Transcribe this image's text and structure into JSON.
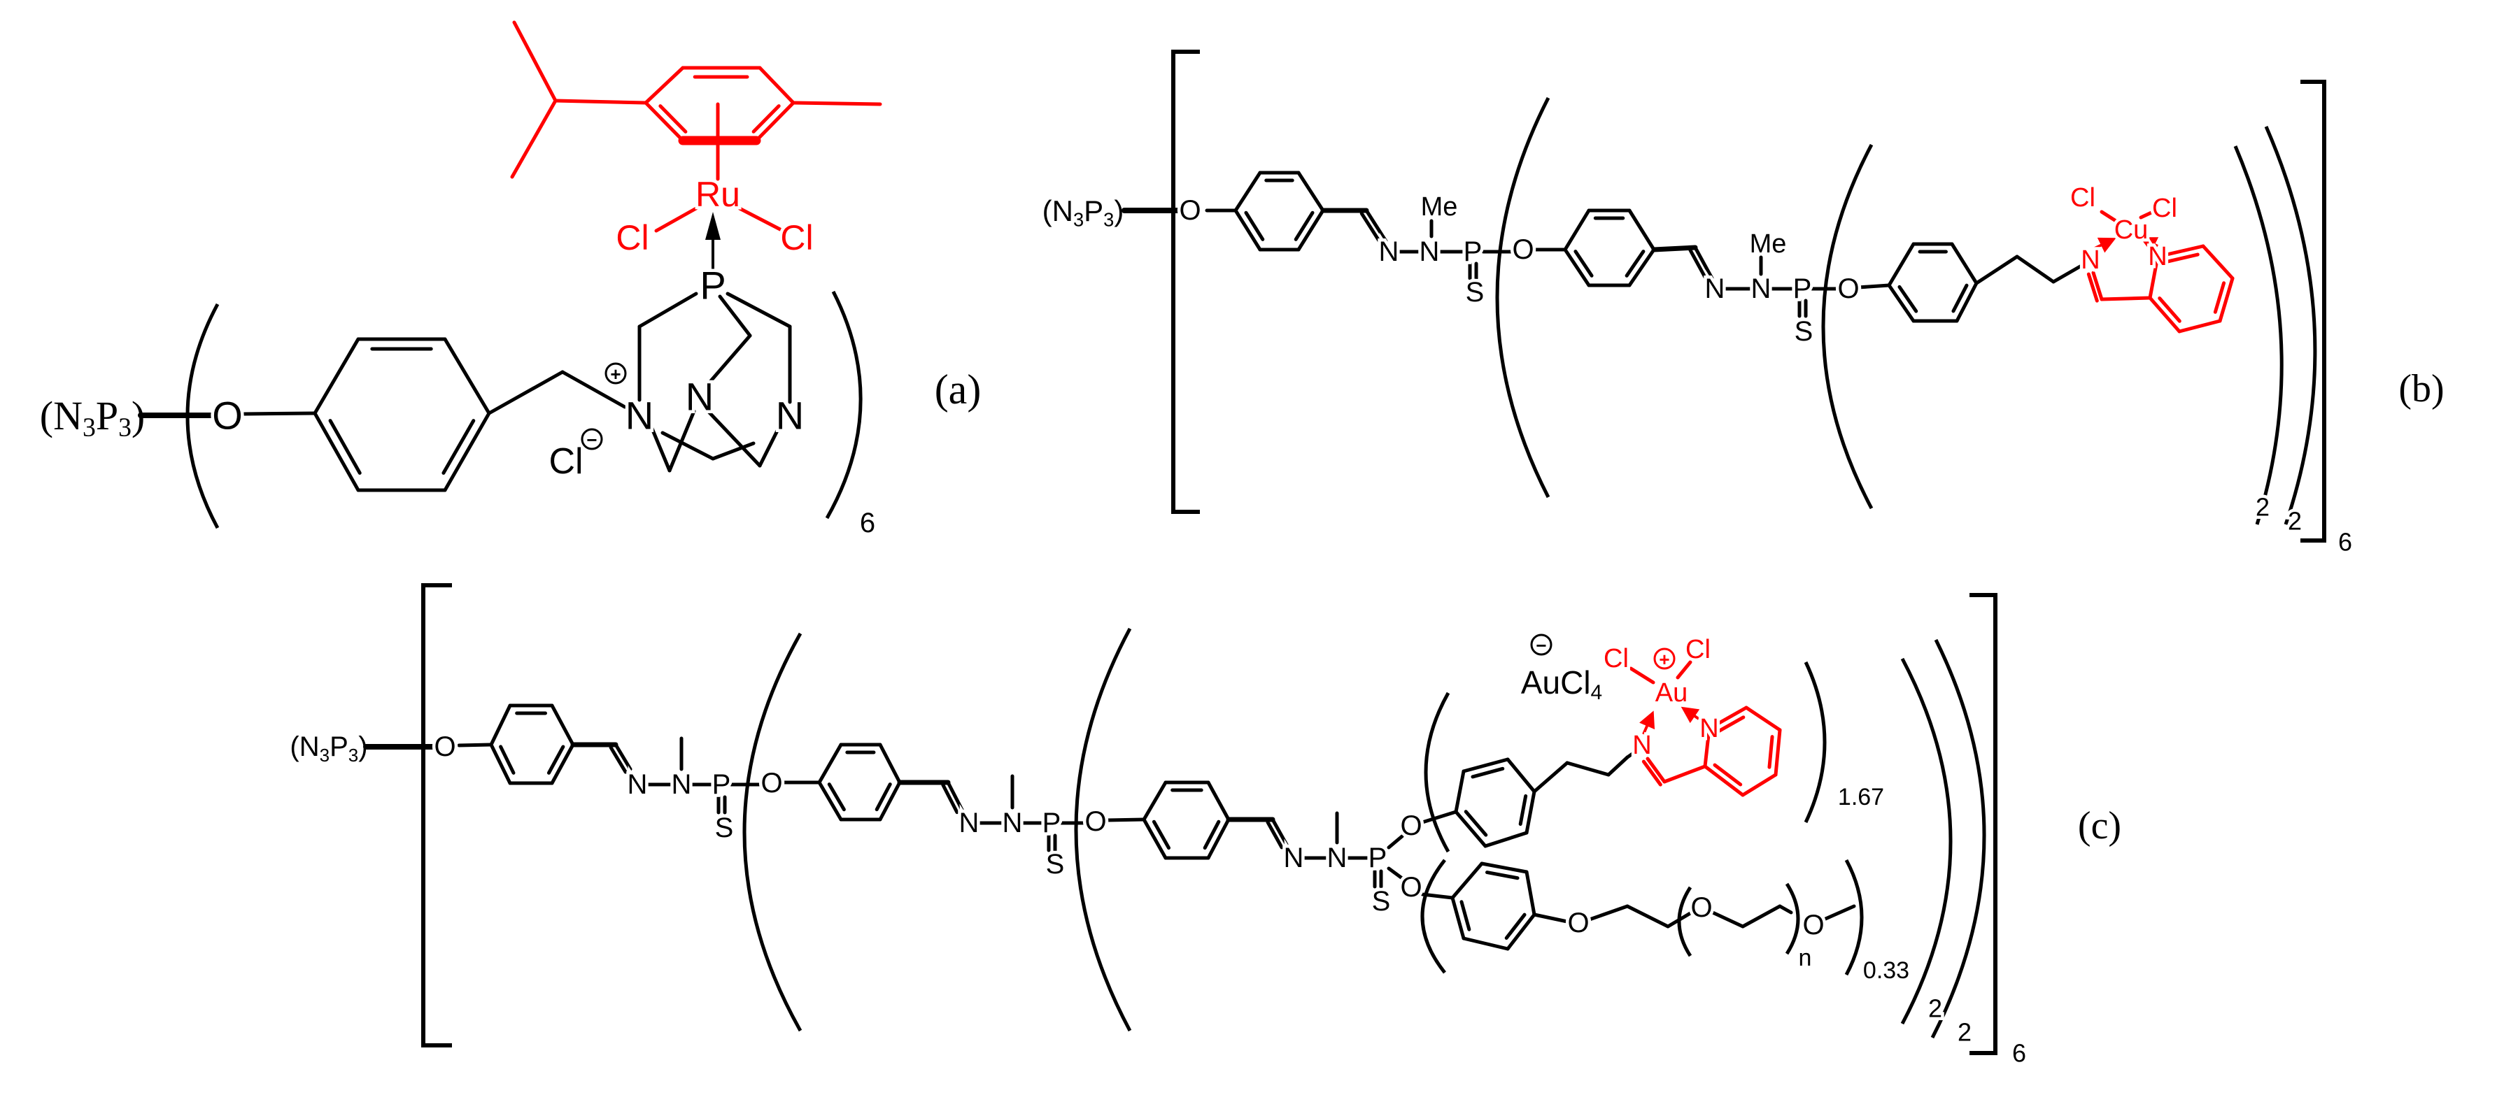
{
  "panel_labels": {
    "a": "(a)",
    "b": "(b)",
    "c": "(c)"
  },
  "core": {
    "open": "(",
    "n": "N",
    "p": "P",
    "sub": "3",
    "close": ")"
  },
  "atoms": {
    "O": "O",
    "N": "N",
    "P": "P",
    "S": "S",
    "Me": "Me",
    "Cl": "Cl",
    "Ru": "Ru",
    "Cu": "Cu",
    "Au": "Au"
  },
  "anion_c": {
    "main": "AuCl",
    "sub": "4"
  },
  "charges": {
    "plus": "+",
    "minus": "−"
  },
  "repeats": {
    "a_total": "6",
    "b_inner": "2",
    "b_outer": "2",
    "b_total": "6",
    "c_pyridyl_fraction": "1.67",
    "c_peg_fraction": "0.33",
    "c_peg_n": "n",
    "c_inner": "2",
    "c_outer": "2",
    "c_total": "6"
  },
  "colors": {
    "bond": "#000000",
    "metal_fragment": "#ff0000"
  }
}
